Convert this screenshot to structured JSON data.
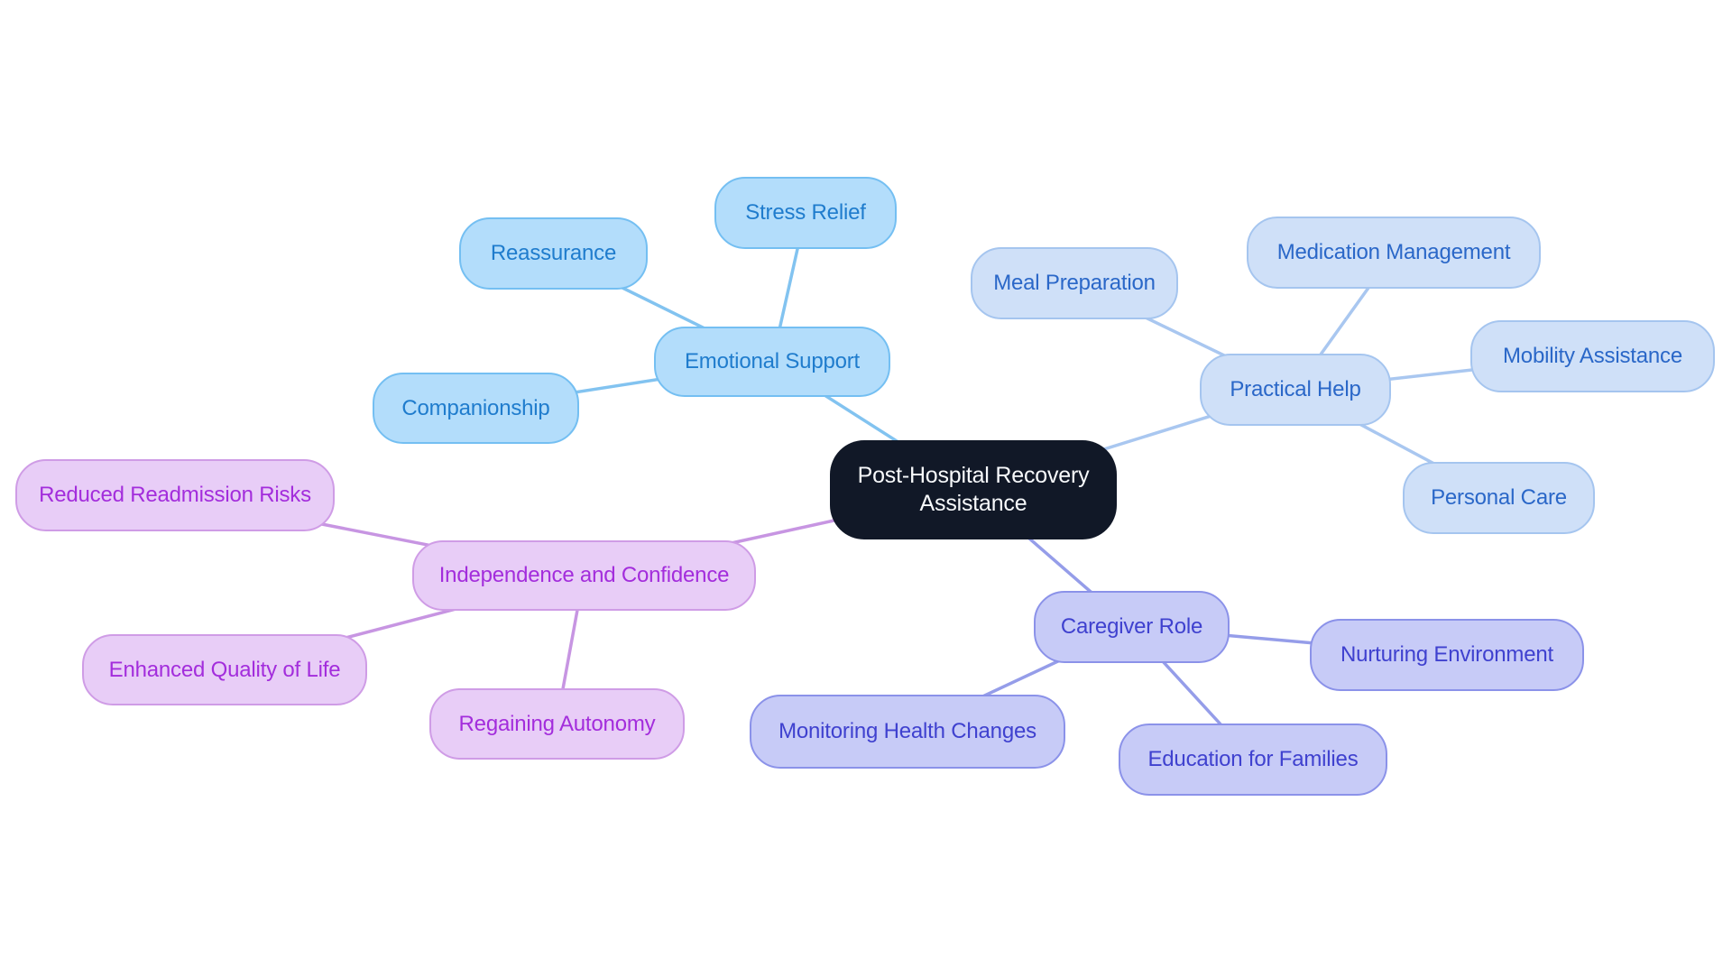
{
  "central_node": {
    "label": "Post-Hospital Recovery Assistance"
  },
  "branches": {
    "emotional": {
      "label": "Emotional Support",
      "children": {
        "stress_relief": "Stress Relief",
        "reassurance": "Reassurance",
        "companionship": "Companionship"
      }
    },
    "practical": {
      "label": "Practical Help",
      "children": {
        "meal_preparation": "Meal Preparation",
        "medication_management": "Medication Management",
        "mobility_assistance": "Mobility Assistance",
        "personal_care": "Personal Care"
      }
    },
    "caregiver": {
      "label": "Caregiver Role",
      "children": {
        "nurturing_environment": "Nurturing Environment",
        "monitoring_health_changes": "Monitoring Health Changes",
        "education_for_families": "Education for Families"
      }
    },
    "independence": {
      "label": "Independence and Confidence",
      "children": {
        "reduced_readmission_risks": "Reduced Readmission Risks",
        "enhanced_quality_of_life": "Enhanced Quality of Life",
        "regaining_autonomy": "Regaining Autonomy"
      }
    }
  },
  "colors": {
    "emotional": {
      "fill": "#b3ddfb",
      "border": "#74bff2",
      "text": "#1f7ccd",
      "line": "#82c3f0"
    },
    "practical": {
      "fill": "#cfe0f8",
      "border": "#a5c5ef",
      "text": "#2a67c8",
      "line": "#a9c7f0"
    },
    "caregiver": {
      "fill": "#c7cbf7",
      "border": "#8b92e9",
      "text": "#3f41cf",
      "line": "#959de9"
    },
    "independence": {
      "fill": "#e8cdf7",
      "border": "#cf9ce6",
      "text": "#a32ddc",
      "line": "#c795e2"
    },
    "central": {
      "fill": "#111827",
      "text": "#f7f9fb"
    }
  }
}
